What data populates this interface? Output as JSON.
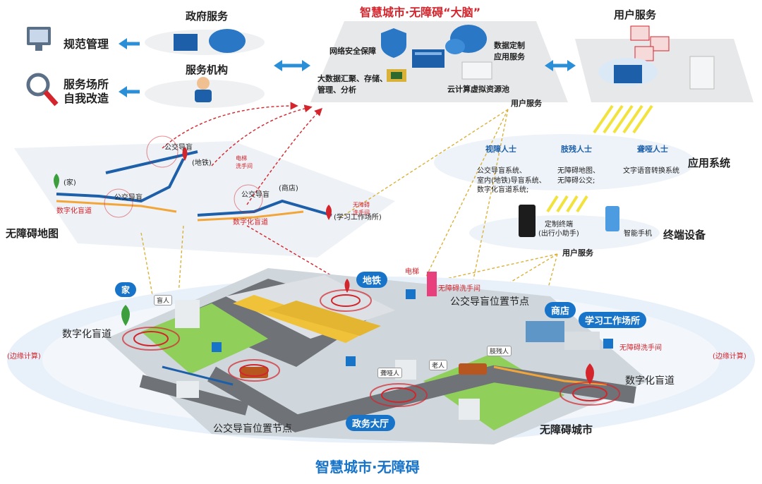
{
  "top": {
    "gov_service": "政府服务",
    "service_agency": "服务机构",
    "norm_management": "规范管理",
    "venue_reform_line1": "服务场所",
    "venue_reform_line2": "自我改造",
    "brain_title": "智慧城市·无障碍“大脑”",
    "network_security": "网络安全保障",
    "data_custom_line1": "数据定制",
    "data_custom_line2": "应用服务",
    "bigdata_line1": "大数据汇聚、存储、",
    "bigdata_line2": "管理、分析",
    "cloud_pool": "云计算虚拟资源池",
    "user_service_header": "用户服务",
    "user_service_small": "用户服务"
  },
  "apps": {
    "title": "应用系统",
    "visual": "视障人士",
    "limb": "肢残人士",
    "hearing": "聋哑人士",
    "visual_desc": "公交导盲系统、\n室内(地铁)导盲系统、\n数字化盲道系统;",
    "limb_desc": "无障碍地图、\n无障碍公交;",
    "hearing_desc": "文字语音转换系统"
  },
  "devices": {
    "title": "终端设备",
    "terminal_line1": "定制终端",
    "terminal_line2": "(出行小助手)",
    "phone": "智能手机",
    "user_service": "用户服务"
  },
  "map": {
    "title": "无障碍地图",
    "bus_guide_1": "公交导盲",
    "subway": "(地铁)",
    "home": "(家)",
    "bus_guide_2": "公交导盲",
    "digital_path": "数字化盲道",
    "bus_guide_3": "公交导盲",
    "shop": "(商店)",
    "digital_path_2": "数字化盲道",
    "workplace": "(学习工作场所)",
    "elevator": "电梯\n洗手间",
    "toilet": "无障碍\n洗手间"
  },
  "city": {
    "home": "家",
    "blind_person": "盲人",
    "digital_path_left": "数字化盲道",
    "subway": "地铁",
    "elevator": "电梯",
    "toilet_1": "无障碍洗手间",
    "bus_node_top": "公交导盲位置节点",
    "shop": "商店",
    "workplace": "学习工作场所",
    "disabled": "肢残人",
    "deaf": "聋哑人",
    "elder": "老人",
    "toilet_2": "无障碍洗手间",
    "digital_path_right": "数字化盲道",
    "edge_left": "(边缘计算)",
    "edge_right": "(边缘计算)",
    "gov_hall": "政务大厅",
    "bus_node_bottom": "公交导盲位置节点",
    "barrier_free_city": "无障碍城市"
  },
  "footer": "智慧城市·无障碍",
  "colors": {
    "accent_blue": "#1874c8",
    "red": "#d4242c",
    "light_blue": "#dbe9f7",
    "road": "#6f7378",
    "grass": "#8fcf5a",
    "yellow": "#f2e23c"
  }
}
